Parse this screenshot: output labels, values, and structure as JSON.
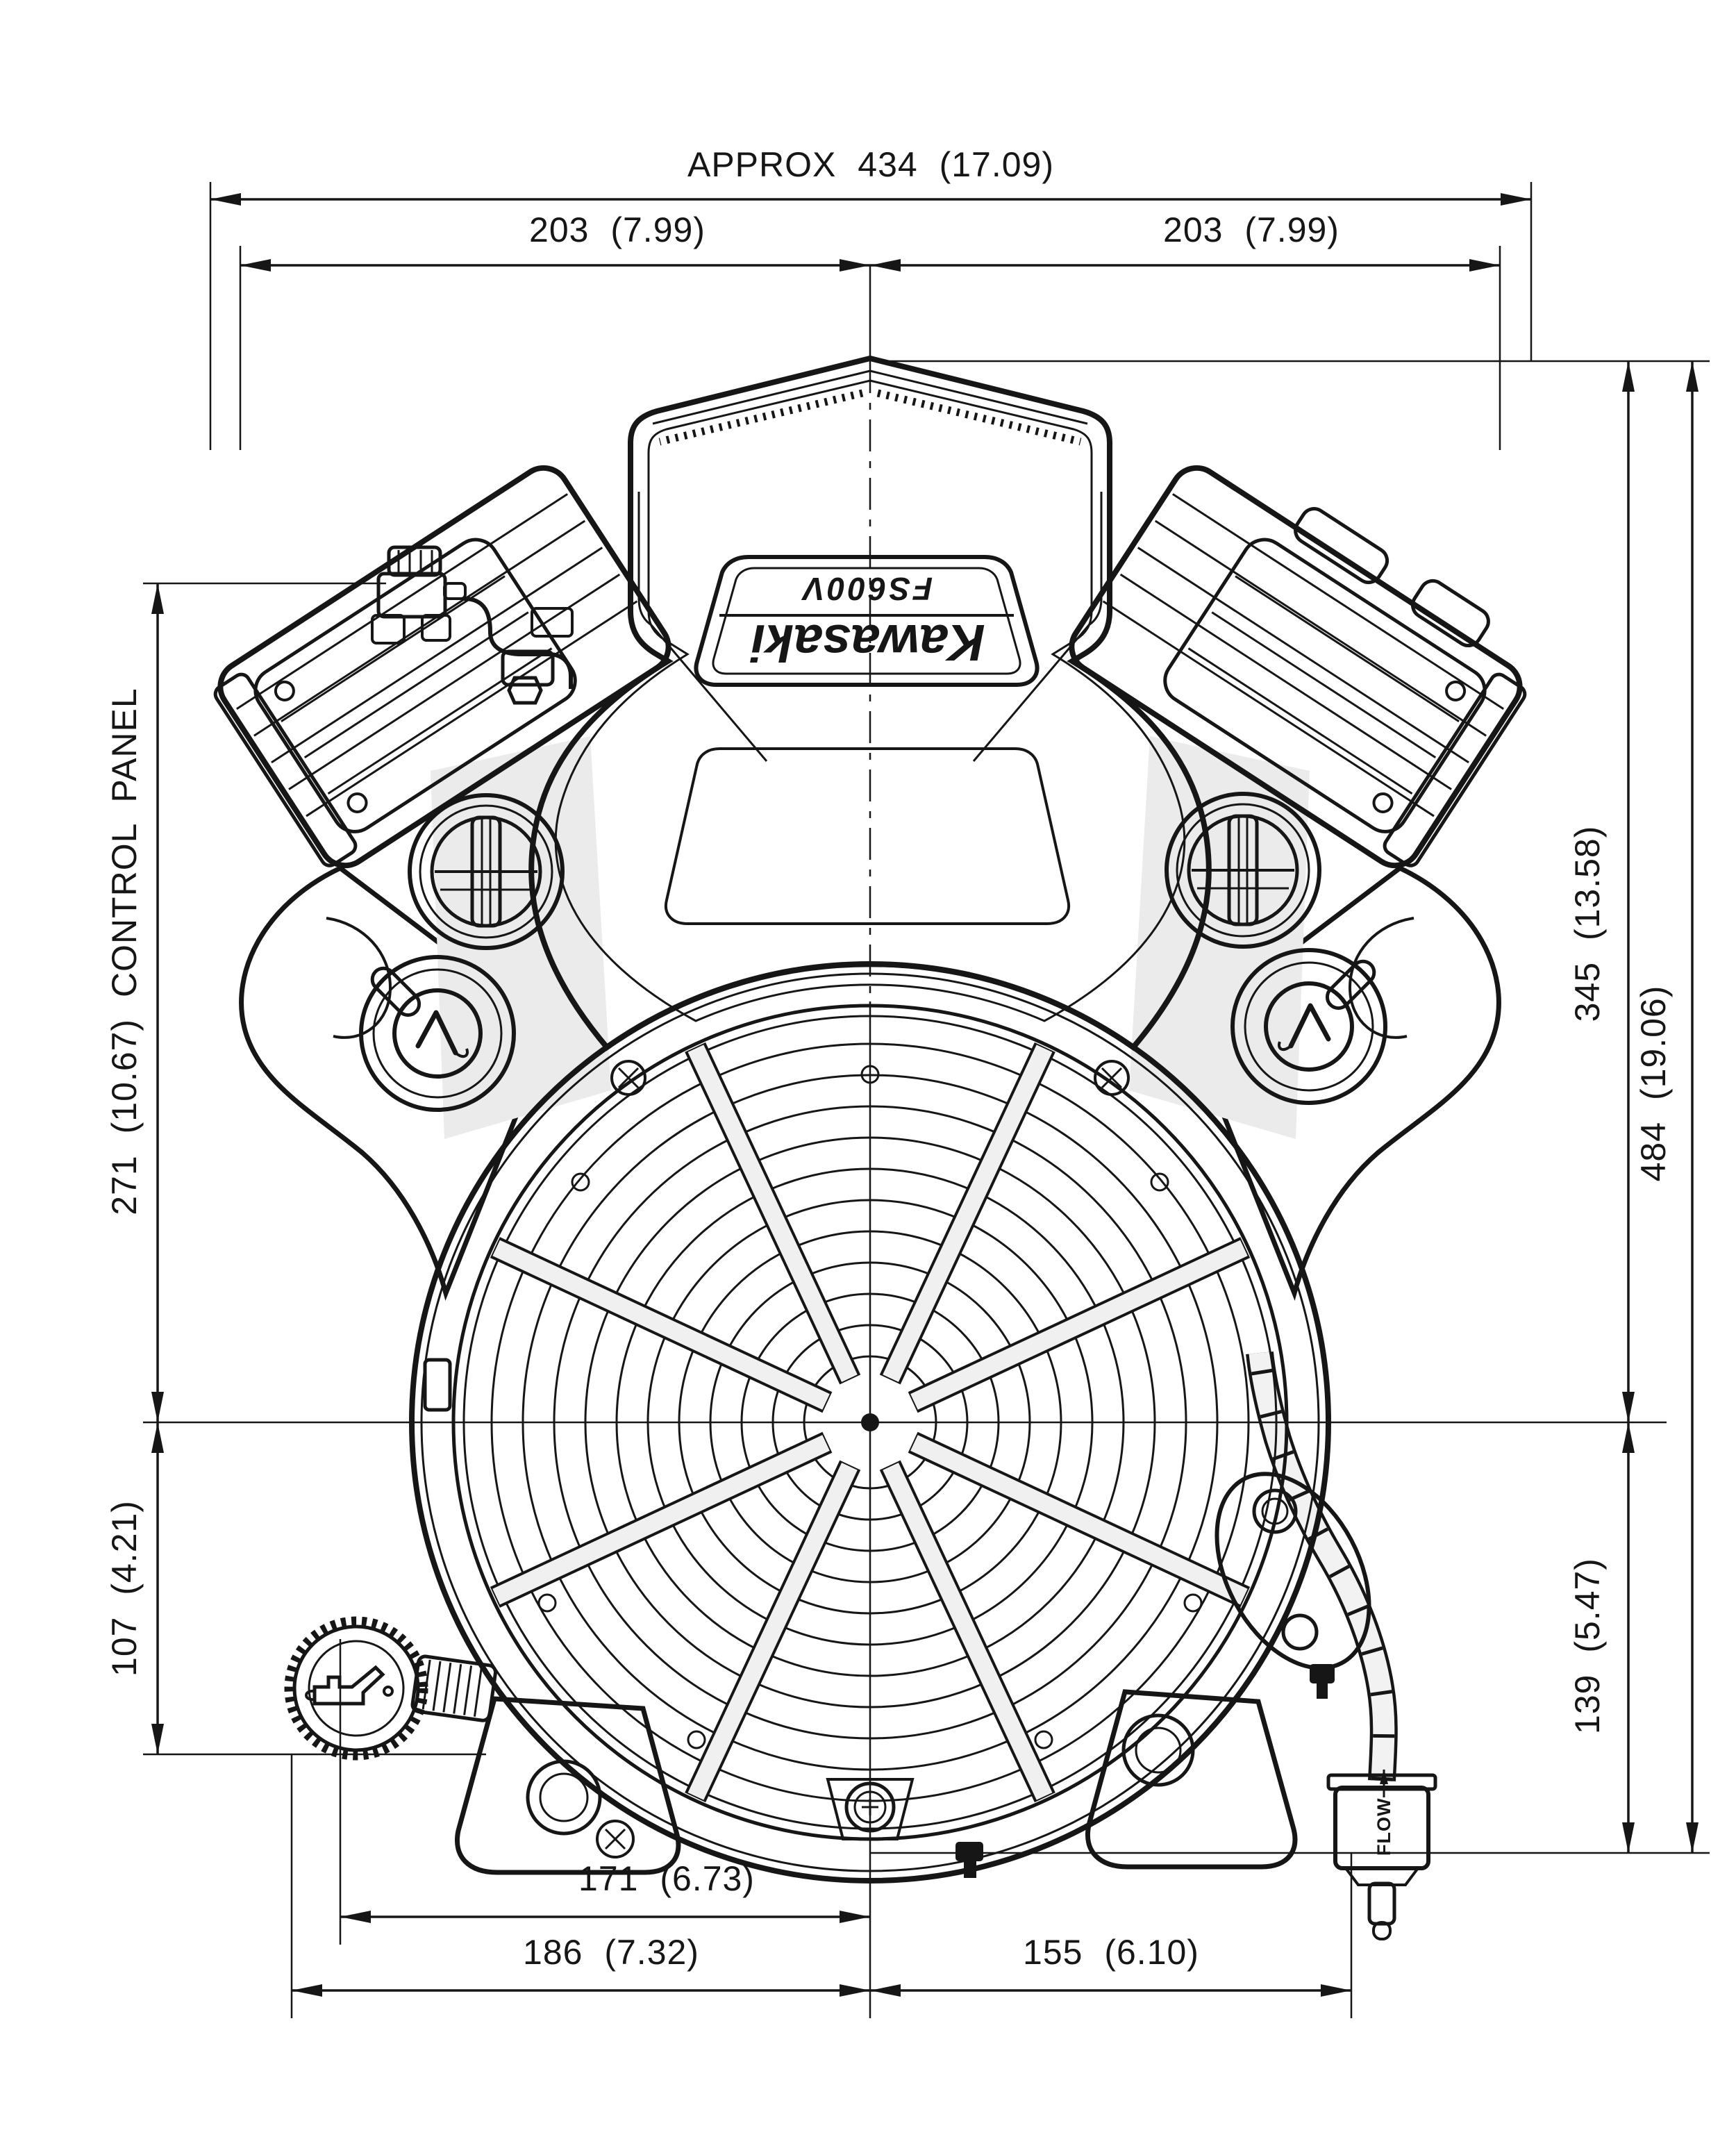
{
  "drawing": {
    "brand": "Kawasaki",
    "model": "FS600V",
    "fuel_filter": {
      "flow_label": "FLOW"
    },
    "dimensions": {
      "overall_width": "APPROX 434 (17.09)",
      "left_half_width": "203 (7.99)",
      "right_half_width": "203 (7.99)",
      "control_panel_height": "271 (10.67) CONTROL PANEL",
      "crank_to_oil_drain": "107 (4.21)",
      "crank_to_top": "345 (13.58)",
      "overall_height": "484 (19.06)",
      "crank_to_base": "139 (5.47)",
      "left_mount_offset": "171 (6.73)",
      "left_edge_offset": "186 (7.32)",
      "fuel_filter_offset": "155 (6.10)"
    },
    "colors": {
      "line": "#161616",
      "engine_fill": "#ebebeb",
      "background": "#ffffff"
    }
  }
}
